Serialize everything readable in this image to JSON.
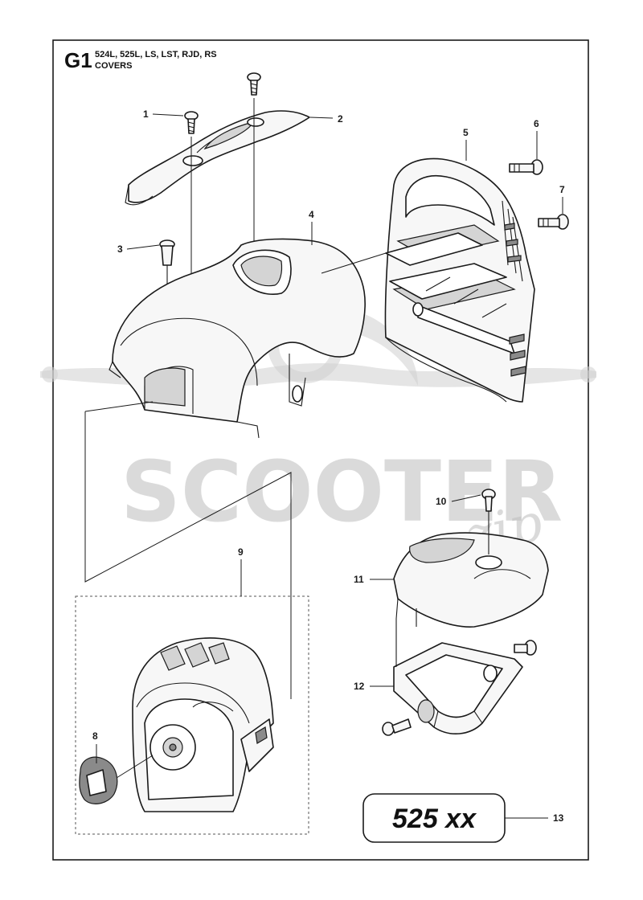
{
  "header": {
    "section_code": "G1",
    "models": "524L, 525L, LS, LST, RJD, RS",
    "group_name": "COVERS"
  },
  "callouts": [
    {
      "id": "c1",
      "label": "1"
    },
    {
      "id": "c2",
      "label": "2"
    },
    {
      "id": "c3",
      "label": "3"
    },
    {
      "id": "c4",
      "label": "4"
    },
    {
      "id": "c5",
      "label": "5"
    },
    {
      "id": "c6",
      "label": "6"
    },
    {
      "id": "c7",
      "label": "7"
    },
    {
      "id": "c8",
      "label": "8"
    },
    {
      "id": "c9",
      "label": "9"
    },
    {
      "id": "c10",
      "label": "10"
    },
    {
      "id": "c11",
      "label": "11"
    },
    {
      "id": "c12",
      "label": "12"
    },
    {
      "id": "c13",
      "label": "13"
    }
  ],
  "decal": {
    "text": "525 xx"
  },
  "watermark": {
    "text": "SCOOTER",
    "script": "zip",
    "icon": "scooter-logo-icon"
  }
}
